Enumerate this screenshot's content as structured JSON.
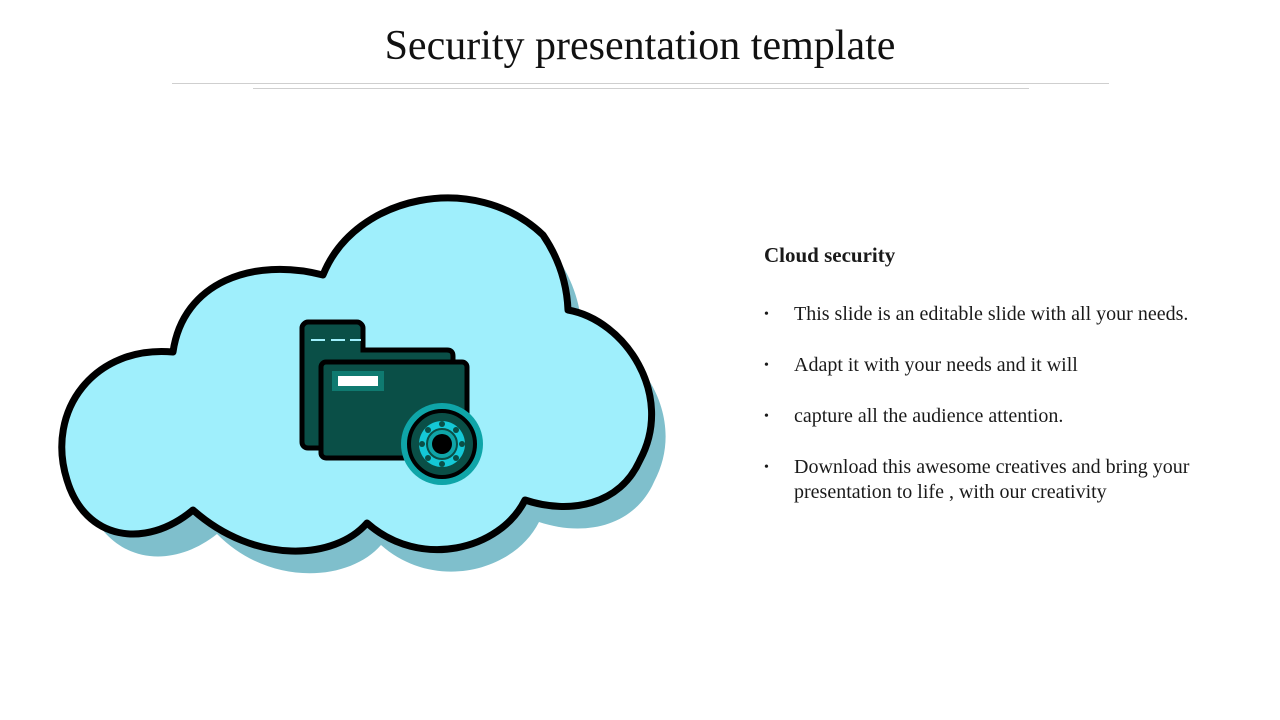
{
  "slide": {
    "title": "Security presentation template",
    "heading": "Cloud security",
    "bullets": [
      "This slide is an editable slide with all your needs.",
      "Adapt it with your needs and it will",
      "capture all the audience attention.",
      "Download this awesome creatives and bring your presentation to life , with our creativity"
    ]
  },
  "illustration": {
    "cloud_fill": "#9FEFFC",
    "cloud_shadow": "#7FBFCC",
    "folder_color": "#0A4F47",
    "lock_ring": "#0FA5A8",
    "lock_inner": "#14C8D6",
    "icons": [
      "cloud-icon",
      "folder-icon",
      "security-lock-icon"
    ]
  }
}
